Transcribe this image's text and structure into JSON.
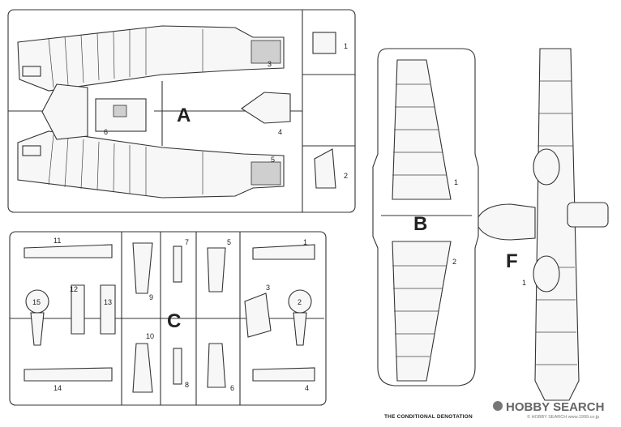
{
  "diagram": {
    "sprue_letters": {
      "a": "A",
      "b": "B",
      "c": "C",
      "f": "F"
    },
    "sprue_a_numbers": {
      "n1": "1",
      "n2": "2",
      "n3": "3",
      "n4": "4",
      "n5": "5",
      "n6": "6"
    },
    "sprue_b_numbers": {
      "n1": "1",
      "n2": "2"
    },
    "sprue_c_numbers": {
      "n1": "1",
      "n2": "2",
      "n3": "3",
      "n4": "4",
      "n5": "5",
      "n6": "6",
      "n7": "7",
      "n8": "8",
      "n9": "9",
      "n10": "10",
      "n11": "11",
      "n12": "12",
      "n13": "13",
      "n14": "14",
      "n15": "15"
    },
    "sprue_f_numbers": {
      "n1": "1"
    },
    "caption": "THE CONDITIONAL DENOTATION",
    "watermark": {
      "brand": "HOBBY SEARCH",
      "subtext": "© HOBBY SEARCH www.1999.co.jp"
    }
  }
}
